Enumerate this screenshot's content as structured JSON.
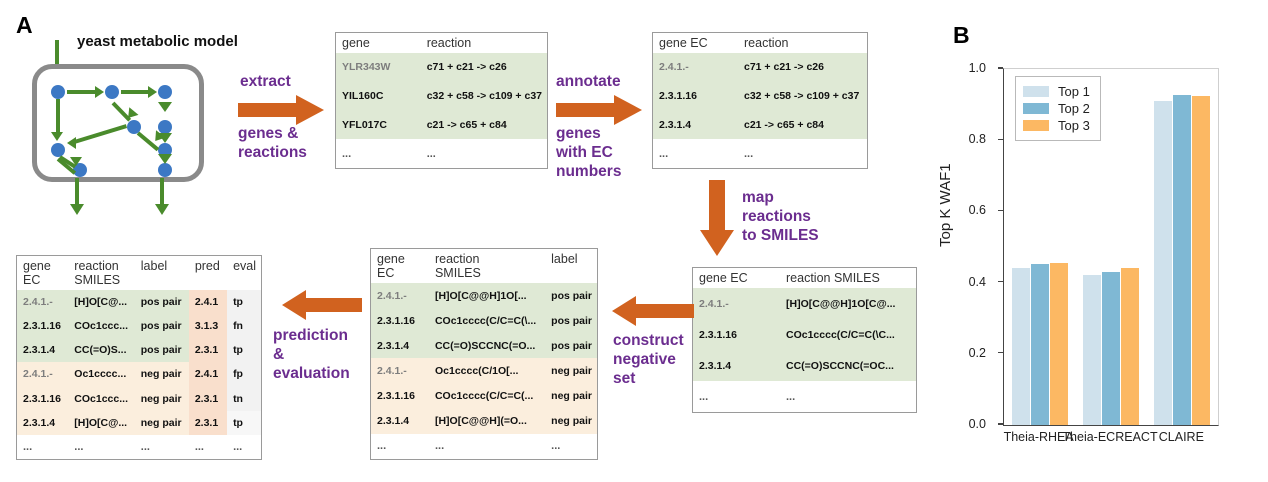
{
  "panels": {
    "a": "A",
    "b": "B"
  },
  "diagram": {
    "model_title": "yeast metabolic model",
    "steps": {
      "extract": "extract",
      "extract_sub": "genes &\nreactions",
      "annotate": "annotate",
      "annotate_sub": "genes\nwith EC\nnumbers",
      "map": "map\nreactions\nto SMILES",
      "construct": "construct\nnegative\nset",
      "predict": "prediction\n&\nevaluation"
    },
    "table_gene_reaction": {
      "headers": [
        "gene",
        "reaction"
      ],
      "rows": [
        {
          "cells": [
            "YLR343W",
            "c71 + c21 -> c26"
          ],
          "band": "green",
          "dim": true
        },
        {
          "cells": [
            "YIL160C",
            "c32 + c58 -> c109 + c37"
          ],
          "band": "green",
          "dim": false
        },
        {
          "cells": [
            "YFL017C",
            "c21 -> c65 + c84"
          ],
          "band": "green",
          "dim": false
        },
        {
          "cells": [
            "...",
            "..."
          ],
          "band": "plain",
          "dim": false
        }
      ]
    },
    "table_ec_reaction": {
      "headers": [
        "gene EC",
        "reaction"
      ],
      "rows": [
        {
          "cells": [
            "2.4.1.-",
            "c71 + c21 -> c26"
          ],
          "band": "green",
          "dim": true
        },
        {
          "cells": [
            "2.3.1.16",
            "c32 + c58 -> c109 + c37"
          ],
          "band": "green",
          "dim": false
        },
        {
          "cells": [
            "2.3.1.4",
            "c21 -> c65 + c84"
          ],
          "band": "green",
          "dim": false
        },
        {
          "cells": [
            "...",
            "..."
          ],
          "band": "plain",
          "dim": false
        }
      ]
    },
    "table_ec_smiles": {
      "headers": [
        "gene EC",
        "reaction SMILES"
      ],
      "rows": [
        {
          "cells": [
            "2.4.1.-",
            "[H]O[C@@H]1O[C@..."
          ],
          "band": "green",
          "dim": true
        },
        {
          "cells": [
            "2.3.1.16",
            "COc1cccc(C/C=C(\\C..."
          ],
          "band": "green",
          "dim": false
        },
        {
          "cells": [
            "2.3.1.4",
            "CC(=O)SCCNC(=OC..."
          ],
          "band": "green",
          "dim": false
        },
        {
          "cells": [
            "...",
            "..."
          ],
          "band": "plain",
          "dim": false
        }
      ]
    },
    "table_labeled": {
      "headers": [
        "gene\nEC",
        "reaction\nSMILES",
        "label"
      ],
      "rows": [
        {
          "cells": [
            "2.4.1.-",
            "[H]O[C@@H]1O[...",
            "pos pair"
          ],
          "band": "green",
          "dim": true
        },
        {
          "cells": [
            "2.3.1.16",
            "COc1cccc(C/C=C(\\...",
            "pos pair"
          ],
          "band": "green",
          "dim": false
        },
        {
          "cells": [
            "2.3.1.4",
            "CC(=O)SCCNC(=O...",
            "pos pair"
          ],
          "band": "green",
          "dim": false
        },
        {
          "cells": [
            "2.4.1.-",
            "Oc1cccc(C/1O[...",
            "neg pair"
          ],
          "band": "peach",
          "dim": true
        },
        {
          "cells": [
            "2.3.1.16",
            "COc1cccc(C/C=C(...",
            "neg pair"
          ],
          "band": "peach",
          "dim": false
        },
        {
          "cells": [
            "2.3.1.4",
            "[H]O[C@@H](=O...",
            "neg pair"
          ],
          "band": "peach",
          "dim": false
        },
        {
          "cells": [
            "...",
            "...",
            "..."
          ],
          "band": "plain",
          "dim": false
        }
      ]
    },
    "table_eval": {
      "headers": [
        "gene\nEC",
        "reaction\nSMILES",
        "label",
        "pred",
        "eval"
      ],
      "rows": [
        {
          "cells": [
            "2.4.1.-",
            "[H]O[C@...",
            "pos pair",
            "2.4.1",
            "tp"
          ],
          "band": "green",
          "dim": true
        },
        {
          "cells": [
            "2.3.1.16",
            "COc1ccc...",
            "pos pair",
            "3.1.3",
            "fn"
          ],
          "band": "green",
          "dim": false
        },
        {
          "cells": [
            "2.3.1.4",
            "CC(=O)S...",
            "pos pair",
            "2.3.1",
            "tp"
          ],
          "band": "green",
          "dim": false
        },
        {
          "cells": [
            "2.4.1.-",
            "Oc1cccc...",
            "neg pair",
            "2.4.1",
            "fp"
          ],
          "band": "peach",
          "dim": true
        },
        {
          "cells": [
            "2.3.1.16",
            "COc1ccc...",
            "neg pair",
            "2.3.1",
            "tn"
          ],
          "band": "peach",
          "dim": false
        },
        {
          "cells": [
            "2.3.1.4",
            "[H]O[C@...",
            "neg pair",
            "2.3.1",
            "tp"
          ],
          "band": "peach",
          "dim": false
        },
        {
          "cells": [
            "...",
            "...",
            "...",
            "...",
            "..."
          ],
          "band": "plain",
          "dim": false
        }
      ]
    },
    "colors": {
      "purple": "#6b2d8f",
      "orange": "#d1621f",
      "node_blue": "#3c78c4",
      "edge_green": "#4a8b2c",
      "membrane_gray": "#8a8a8a",
      "row_green": "#dfe9d5",
      "row_peach": "#fbeedd",
      "cell_pred": "#f9dfcc",
      "cell_eval": "#f2f2f2"
    }
  },
  "chart_data": {
    "type": "bar",
    "title": "",
    "xlabel": "",
    "ylabel": "Top K WAF1",
    "categories": [
      "Theia-RHEA",
      "Theia-ECREACT",
      "CLAIRE"
    ],
    "series": [
      {
        "name": "Top 1",
        "values": [
          0.44,
          0.42,
          0.91
        ],
        "color": "#cfe1ec"
      },
      {
        "name": "Top 2",
        "values": [
          0.452,
          0.43,
          0.928
        ],
        "color": "#7fb8d4"
      },
      {
        "name": "Top 3",
        "values": [
          0.456,
          0.44,
          0.923
        ],
        "color": "#fcb863"
      }
    ],
    "ylim": [
      0.0,
      1.0
    ],
    "yticks": [
      "0.0",
      "0.2",
      "0.4",
      "0.6",
      "0.8",
      "1.0"
    ],
    "ytick_values": [
      0.0,
      0.2,
      0.4,
      0.6,
      0.8,
      1.0
    ],
    "grid": false,
    "legend_position": "upper left"
  }
}
